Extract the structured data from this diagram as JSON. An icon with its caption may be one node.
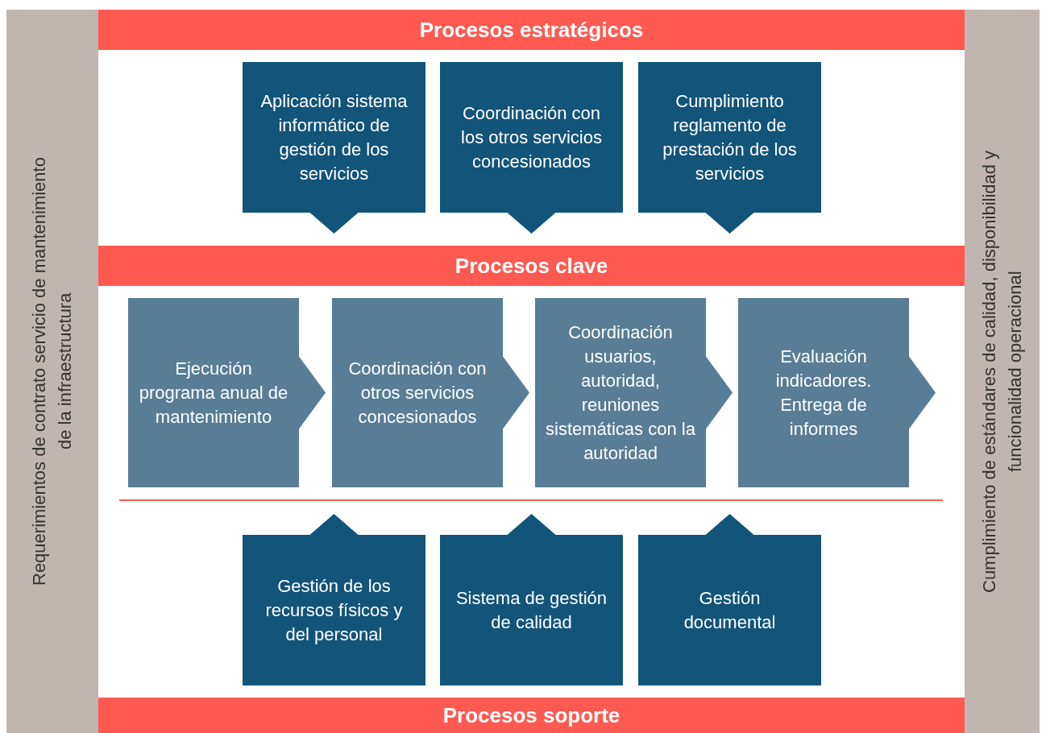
{
  "diagram": {
    "nodes": [
      {
        "text": [
          "Requerimientos de contrato servicio de mantenimiento de la infraestructura"
        ]
      },
      {
        "text": [
          "Procesos estratégicos"
        ]
      },
      {
        "text": [
          "Aplicación sistema informático de gestión de los servicios"
        ]
      },
      {
        "text": [
          "Coordinación con los otros servicios concesionados"
        ]
      },
      {
        "text": [
          "Cumplimiento reglamento de prestación de los servicios"
        ]
      },
      {
        "text": [
          "Procesos clave"
        ]
      },
      {
        "text": [
          "Ejecución programa anual de mantenimiento"
        ]
      },
      {
        "text": [
          "Coordinación con otros servicios concesionados"
        ]
      },
      {
        "text": [
          "Coordinación usuarios, autoridad, reuniones sistemáticas con la autoridad"
        ]
      },
      {
        "text": [
          "Evaluación indicadores. Entrega de informes"
        ]
      },
      {
        "text": [
          "Gestión de los recursos físicos y del personal"
        ]
      },
      {
        "text": [
          "Sistema de gestión de calidad"
        ]
      },
      {
        "text": [
          "Gestión documental"
        ]
      },
      {
        "text": [
          "Procesos soporte"
        ]
      },
      {
        "text": [
          "Cumplimiento de estándares de calidad, disponibilidad y funcionalidad operacional"
        ]
      }
    ]
  }
}
